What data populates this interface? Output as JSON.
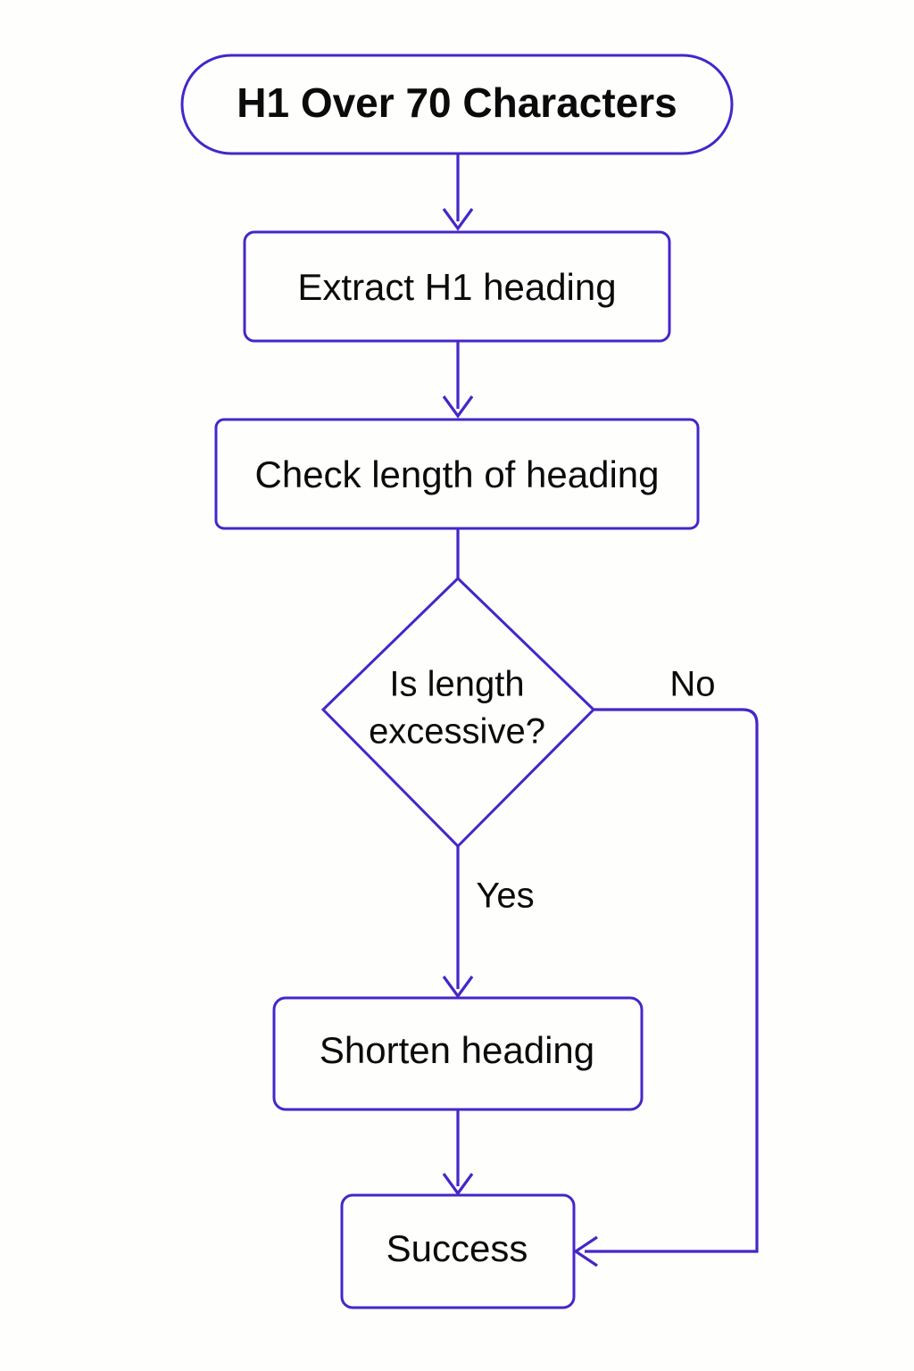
{
  "diagram": {
    "type": "flowchart",
    "orientation": "top-to-bottom",
    "background_color": "#fefefc",
    "stroke_color": "#4526c9",
    "node_fill_color": "#fefefd",
    "text_color": "#0b0b0b",
    "nodes": [
      {
        "id": "start",
        "label": "H1 Over 70 Characters",
        "shape": "stadium",
        "bold": true
      },
      {
        "id": "extract",
        "label": "Extract H1 heading",
        "shape": "rounded-rect",
        "bold": false
      },
      {
        "id": "check",
        "label": "Check length of heading",
        "shape": "rounded-rect",
        "bold": false
      },
      {
        "id": "decision",
        "label_line1": "Is length",
        "label_line2": "excessive?",
        "shape": "diamond",
        "bold": false
      },
      {
        "id": "shorten",
        "label": "Shorten heading",
        "shape": "rounded-rect",
        "bold": false
      },
      {
        "id": "success",
        "label": "Success",
        "shape": "rounded-rect",
        "bold": false
      }
    ],
    "edges": [
      {
        "id": "e1",
        "from": "start",
        "to": "extract",
        "label": ""
      },
      {
        "id": "e2",
        "from": "extract",
        "to": "check",
        "label": ""
      },
      {
        "id": "e3",
        "from": "check",
        "to": "decision",
        "label": ""
      },
      {
        "id": "e4",
        "from": "decision",
        "to": "shorten",
        "label": "Yes"
      },
      {
        "id": "e5",
        "from": "decision",
        "to": "success",
        "label": "No"
      },
      {
        "id": "e6",
        "from": "shorten",
        "to": "success",
        "label": ""
      }
    ]
  }
}
